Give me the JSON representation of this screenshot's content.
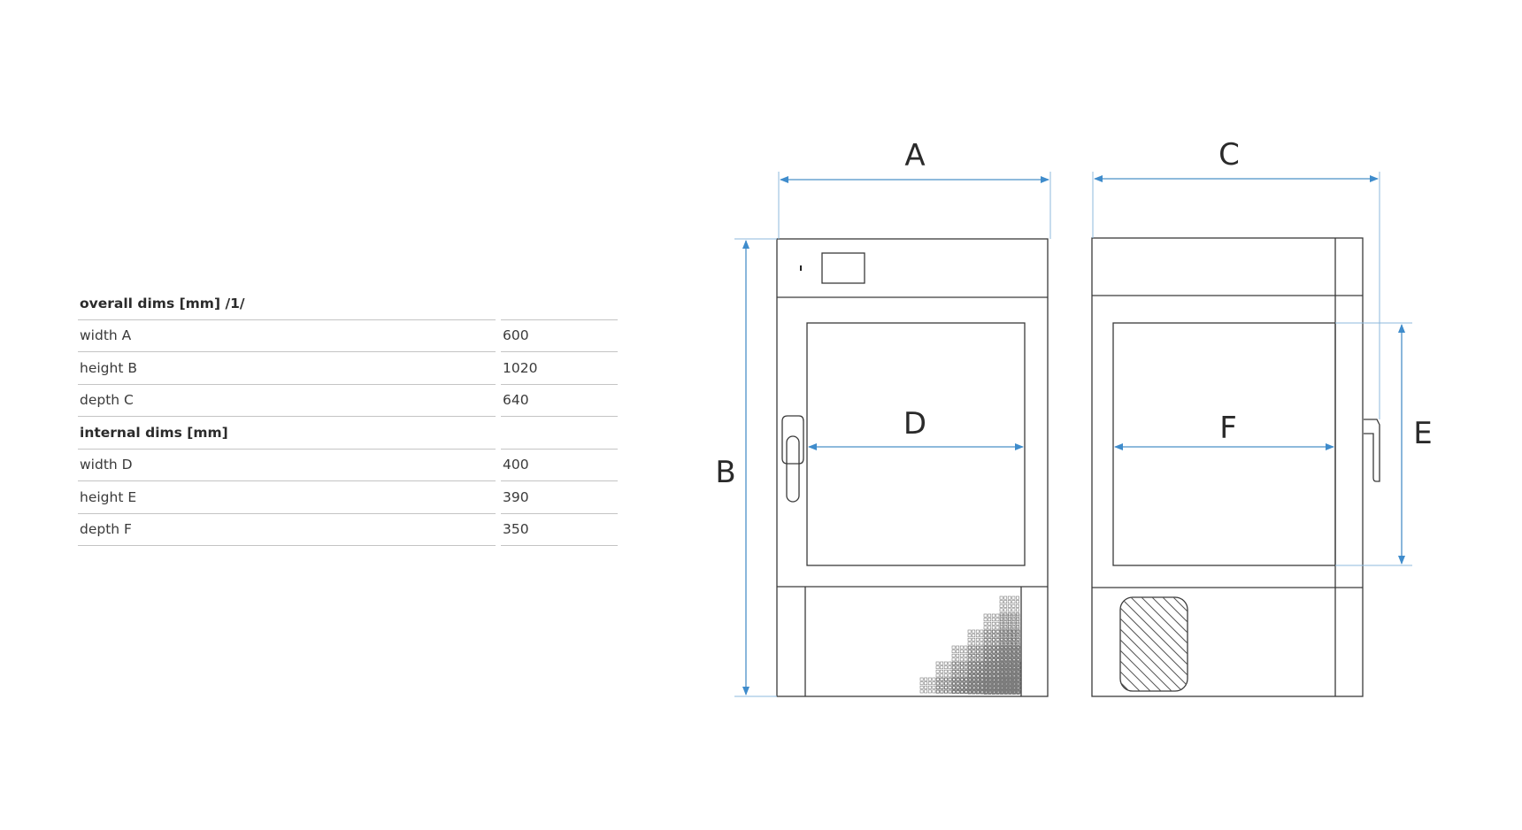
{
  "table": {
    "sections": [
      {
        "title": "overall dims [mm] /1/",
        "rows": [
          {
            "label": "width A",
            "value": "600"
          },
          {
            "label": "height B",
            "value": "1020"
          },
          {
            "label": "depth C",
            "value": "640"
          }
        ]
      },
      {
        "title": "internal dims [mm]",
        "rows": [
          {
            "label": "width D",
            "value": "400"
          },
          {
            "label": "height E",
            "value": "390"
          },
          {
            "label": "depth F",
            "value": "350"
          }
        ]
      }
    ]
  },
  "diagram": {
    "labels": {
      "A": "A",
      "B": "B",
      "C": "C",
      "D": "D",
      "E": "E",
      "F": "F"
    },
    "colors": {
      "dimension": "#4a90c8",
      "outline": "#3a3a3a"
    }
  }
}
